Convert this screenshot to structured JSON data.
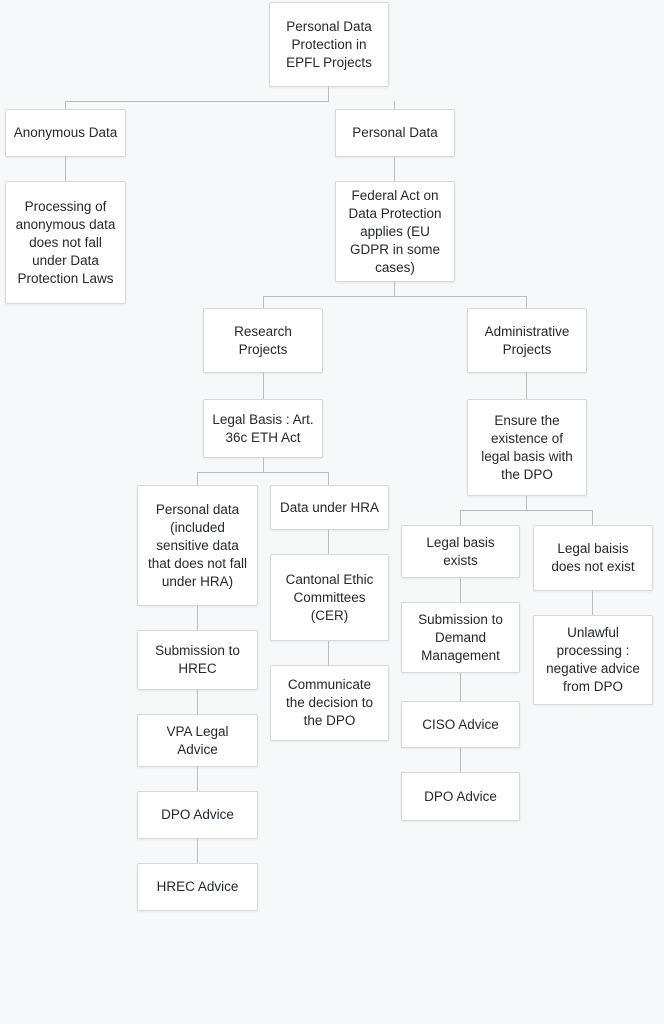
{
  "diagram": {
    "title": "Personal Data Protection in EPFL Projects",
    "type": "flowchart",
    "background_color": "#f6f8fa",
    "node_fill_color": "#ffffff",
    "node_border_color": "#d7dadd",
    "edge_color": "#b9bcc0",
    "text_color": "#24292e",
    "nodes": [
      {
        "id": "root",
        "label": "Personal Data Protection in EPFL Projects"
      },
      {
        "id": "anonymous",
        "label": "Anonymous Data"
      },
      {
        "id": "anon_note",
        "label": "Processing of anonymous data does not fall under Data Protection Laws"
      },
      {
        "id": "personal",
        "label": "Personal Data"
      },
      {
        "id": "fadp",
        "label": "Federal Act on Data Protection applies (EU GDPR in some cases)"
      },
      {
        "id": "research",
        "label": "Research Projects"
      },
      {
        "id": "admin",
        "label": "Administrative Projects"
      },
      {
        "id": "legal_basis_eth",
        "label": "Legal Basis : Art. 36c ETH Act"
      },
      {
        "id": "ensure_dpo",
        "label": "Ensure the existence of legal basis with the DPO"
      },
      {
        "id": "personal_hra",
        "label": "Personal data (included sensitive data that does not fall under HRA)"
      },
      {
        "id": "data_hra",
        "label": "Data under HRA"
      },
      {
        "id": "sub_hrec",
        "label": "Submission to HREC"
      },
      {
        "id": "cer",
        "label": "Cantonal Ethic Committees (CER)"
      },
      {
        "id": "vpa",
        "label": "VPA Legal Advice"
      },
      {
        "id": "communicate",
        "label": "Communicate the decision to the DPO"
      },
      {
        "id": "dpo_advice_left",
        "label": "DPO Advice"
      },
      {
        "id": "hrec_advice",
        "label": "HREC Advice"
      },
      {
        "id": "basis_exists",
        "label": "Legal basis exists"
      },
      {
        "id": "basis_missing",
        "label": "Legal baisis does not exist"
      },
      {
        "id": "sub_demand",
        "label": "Submission to Demand Management"
      },
      {
        "id": "unlawful",
        "label": "Unlawful processing : negative advice from DPO"
      },
      {
        "id": "ciso",
        "label": "CISO Advice"
      },
      {
        "id": "dpo_advice_right",
        "label": "DPO Advice"
      }
    ],
    "edges": [
      {
        "from": "root",
        "to": "anonymous"
      },
      {
        "from": "root",
        "to": "personal"
      },
      {
        "from": "anonymous",
        "to": "anon_note"
      },
      {
        "from": "personal",
        "to": "fadp"
      },
      {
        "from": "fadp",
        "to": "research"
      },
      {
        "from": "fadp",
        "to": "admin"
      },
      {
        "from": "research",
        "to": "legal_basis_eth"
      },
      {
        "from": "admin",
        "to": "ensure_dpo"
      },
      {
        "from": "legal_basis_eth",
        "to": "personal_hra"
      },
      {
        "from": "legal_basis_eth",
        "to": "data_hra"
      },
      {
        "from": "ensure_dpo",
        "to": "basis_exists"
      },
      {
        "from": "ensure_dpo",
        "to": "basis_missing"
      },
      {
        "from": "personal_hra",
        "to": "sub_hrec"
      },
      {
        "from": "data_hra",
        "to": "cer"
      },
      {
        "from": "sub_hrec",
        "to": "vpa"
      },
      {
        "from": "cer",
        "to": "communicate"
      },
      {
        "from": "vpa",
        "to": "dpo_advice_left"
      },
      {
        "from": "dpo_advice_left",
        "to": "hrec_advice"
      },
      {
        "from": "basis_exists",
        "to": "sub_demand"
      },
      {
        "from": "basis_missing",
        "to": "unlawful"
      },
      {
        "from": "sub_demand",
        "to": "ciso"
      },
      {
        "from": "ciso",
        "to": "dpo_advice_right"
      }
    ]
  }
}
